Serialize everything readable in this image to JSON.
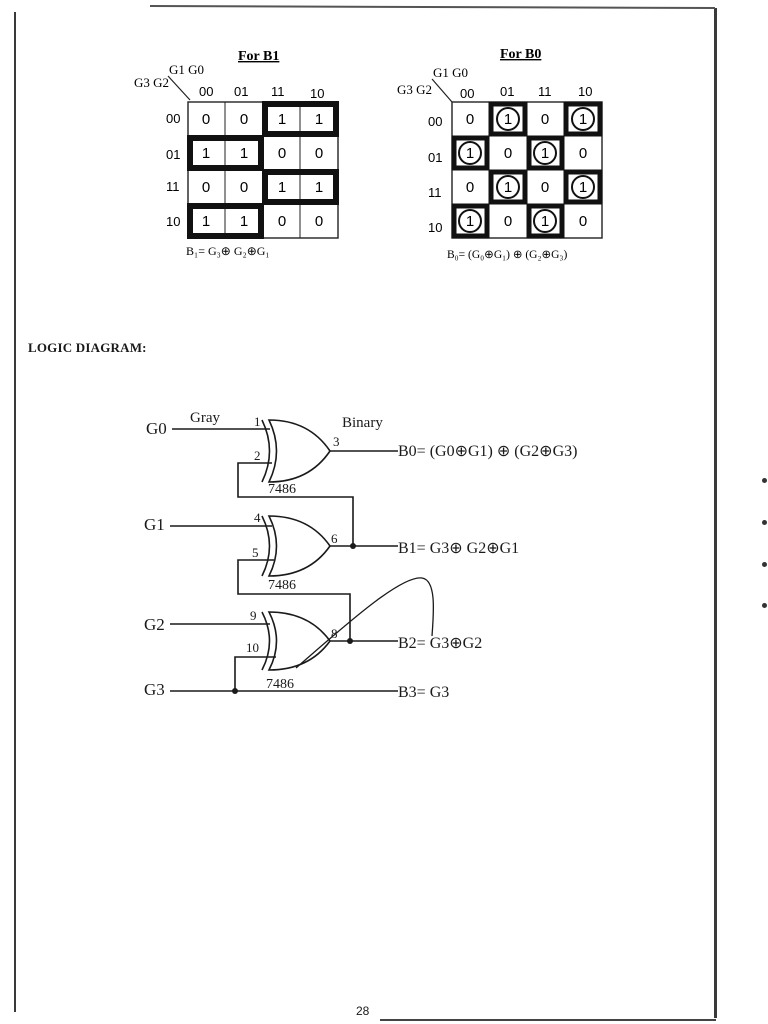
{
  "kmap_b1": {
    "title": "For B1",
    "col_var": "G1 G0",
    "row_var": "G3 G2",
    "cols": [
      "00",
      "01",
      "11",
      "10"
    ],
    "rows": [
      "00",
      "01",
      "11",
      "10"
    ],
    "cells": [
      [
        "0",
        "0",
        "1",
        "1"
      ],
      [
        "1",
        "1",
        "0",
        "0"
      ],
      [
        "0",
        "0",
        "1",
        "1"
      ],
      [
        "1",
        "1",
        "0",
        "0"
      ]
    ],
    "equation": "B₁= G₃⊕ G₂⊕G₁"
  },
  "kmap_b0": {
    "title": "For B0",
    "col_var": "G1 G0",
    "row_var": "G3 G2",
    "cols": [
      "00",
      "01",
      "11",
      "10"
    ],
    "rows": [
      "00",
      "01",
      "11",
      "10"
    ],
    "cells": [
      [
        "0",
        "1",
        "0",
        "1"
      ],
      [
        "1",
        "0",
        "1",
        "0"
      ],
      [
        "0",
        "1",
        "0",
        "1"
      ],
      [
        "1",
        "0",
        "1",
        "0"
      ]
    ],
    "equation": "B₀= (G₀⊕G₁) ⊕ (G₂⊕G₃)"
  },
  "section_title": "LOGIC DIAGRAM:",
  "circuit": {
    "label_gray": "Gray",
    "label_binary": "Binary",
    "inputs": [
      "G0",
      "G1",
      "G2",
      "G3"
    ],
    "chip": "7486",
    "pins": [
      "1",
      "2",
      "3",
      "4",
      "5",
      "6",
      "9",
      "10",
      "8"
    ],
    "outputs": [
      "B0= (G0⊕G1) ⊕ (G2⊕G3)",
      "B1= G3⊕ G2⊕G1",
      "B2= G3⊕G2",
      "B3= G3"
    ]
  },
  "page_number": "28"
}
